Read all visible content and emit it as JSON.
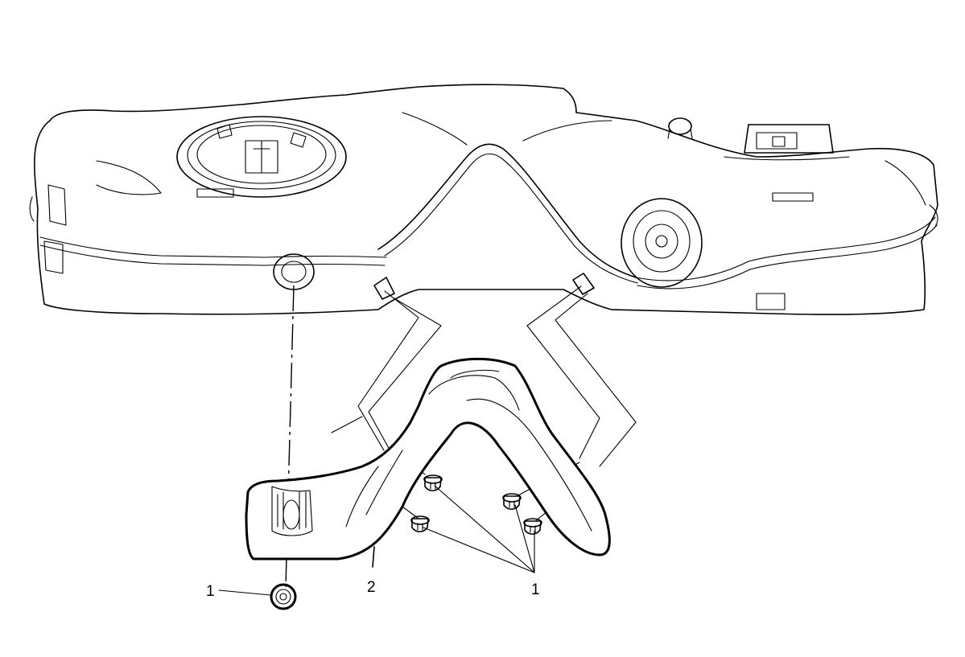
{
  "callouts": {
    "nut_label": "1",
    "shield_label": "2",
    "fasteners_label": "1"
  }
}
